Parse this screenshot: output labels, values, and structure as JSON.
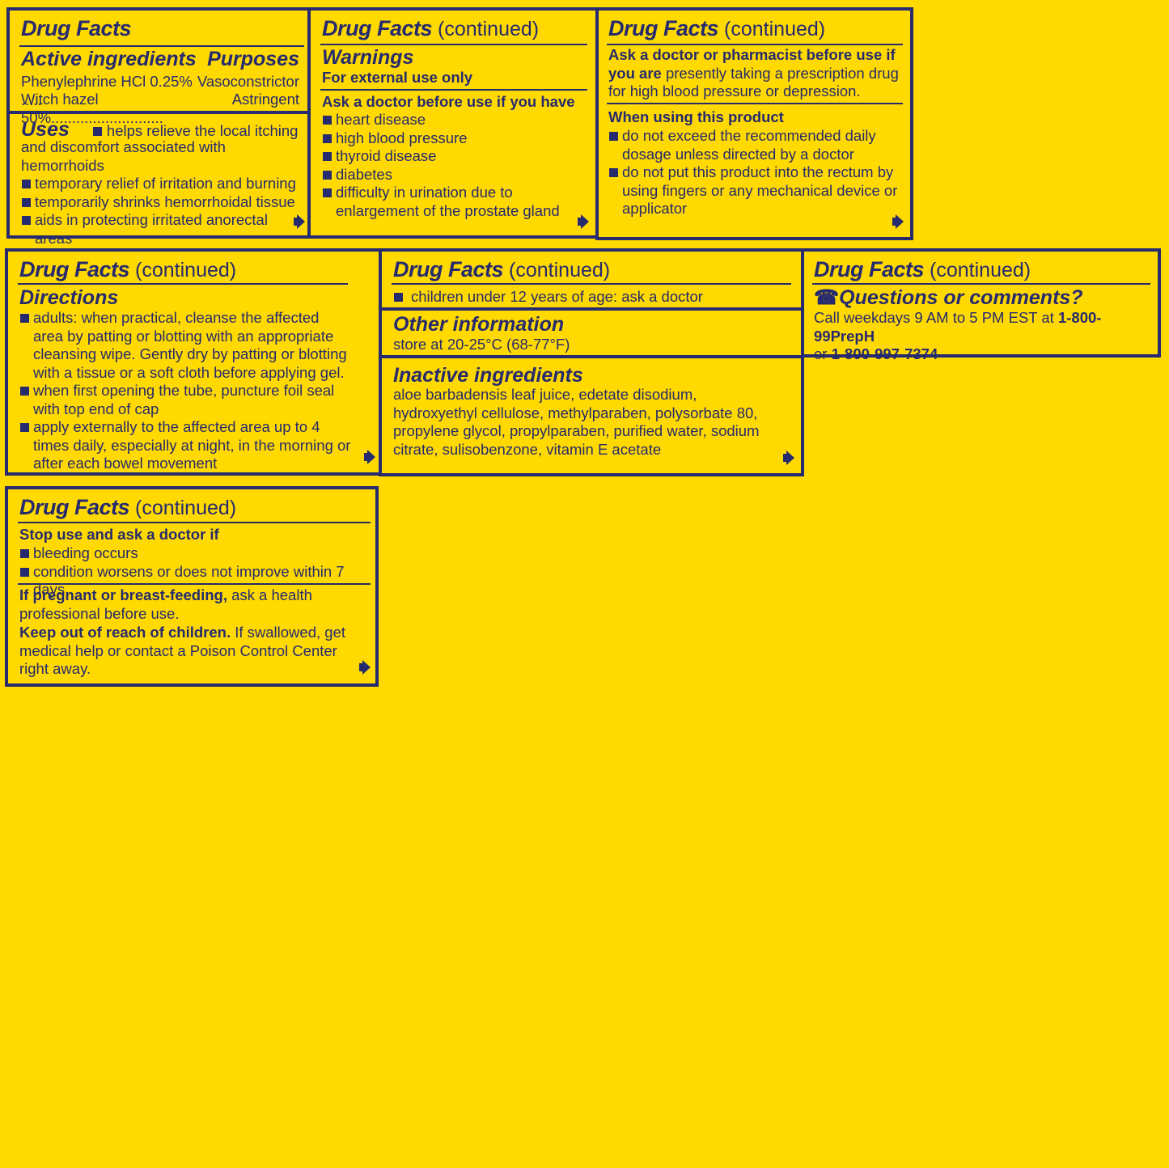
{
  "panel1": {
    "title": "Drug Facts",
    "active_heading": "Active ingredients",
    "purposes_heading": "Purposes",
    "ingredients": [
      {
        "name": "Phenylephrine HCl 0.25% .....",
        "purpose": "Vasoconstrictor"
      },
      {
        "name": "Witch hazel 50%...........................",
        "purpose": "Astringent"
      }
    ],
    "uses_heading": "Uses",
    "uses_first": "helps relieve the local itching",
    "uses_first_cont": "and discomfort associated with hemorrhoids",
    "uses_items": [
      "temporary relief of irritation and burning",
      "temporarily shrinks hemorrhoidal tissue",
      "aids in protecting irritated anorectal areas"
    ]
  },
  "panel2": {
    "title": "Drug Facts",
    "continued": "(continued)",
    "warnings_heading": "Warnings",
    "external": "For external use only",
    "ask_heading": "Ask a doctor before use if you have",
    "items": [
      "heart disease",
      "high blood pressure",
      "thyroid disease",
      "diabetes",
      "difficulty in urination due to enlargement of the prostate gland"
    ]
  },
  "panel3": {
    "title": "Drug Facts",
    "continued": "(continued)",
    "ask_pharm_bold": "Ask a doctor or pharmacist before use if you are",
    "ask_pharm_text": " presently taking a prescription drug for high blood pressure or depression.",
    "when_heading": "When using this product",
    "items": [
      "do not exceed the recommended daily dosage unless directed by a doctor",
      "do not put this product into the rectum by using fingers or any mechanical device or applicator"
    ]
  },
  "panel4": {
    "title": "Drug Facts",
    "continued": "(continued)",
    "directions_heading": "Directions",
    "items": [
      "adults: when practical, cleanse the affected area by patting or blotting with an appropriate cleansing wipe. Gently dry by patting or blotting with a tissue or a soft cloth before applying gel.",
      "when first opening the tube, puncture foil seal with top end of cap",
      "apply externally to the affected area up to 4 times daily, especially at night, in the morning or after each bowel movement"
    ]
  },
  "panel5": {
    "title": "Drug Facts",
    "continued": "(continued)",
    "children": "children under 12 years of age: ask a doctor",
    "other_heading": "Other information",
    "store": "store at 20-25°C (68-77°F)",
    "inactive_heading": "Inactive ingredients",
    "inactive_text": "aloe barbadensis leaf juice, edetate disodium, hydroxyethyl cellulose, methylparaben, polysorbate 80, propylene glycol, propylparaben, purified water, sodium citrate, sulisobenzone, vitamin E acetate"
  },
  "panel6": {
    "title": "Drug Facts",
    "continued": "(continued)",
    "phone_icon": "☎",
    "questions_heading": "Questions or comments?",
    "call_text": "Call weekdays 9 AM to 5 PM EST at ",
    "phone1": "1-800-99PrepH",
    "or_text": "or ",
    "phone2": "1-800-997-7374"
  },
  "panel7": {
    "title": "Drug Facts",
    "continued": "(continued)",
    "stop_heading": "Stop use and ask a doctor if",
    "items": [
      "bleeding occurs",
      "condition worsens or does not improve within 7 days"
    ],
    "pregnant_bold": "If pregnant or breast-feeding,",
    "pregnant_text": " ask a health professional before use.",
    "keep_bold": "Keep out of reach of children.",
    "keep_text": " If swallowed, get medical help or contact a Poison Control Center right away."
  },
  "colors": {
    "background": "#FFD900",
    "ink": "#262a6e"
  }
}
